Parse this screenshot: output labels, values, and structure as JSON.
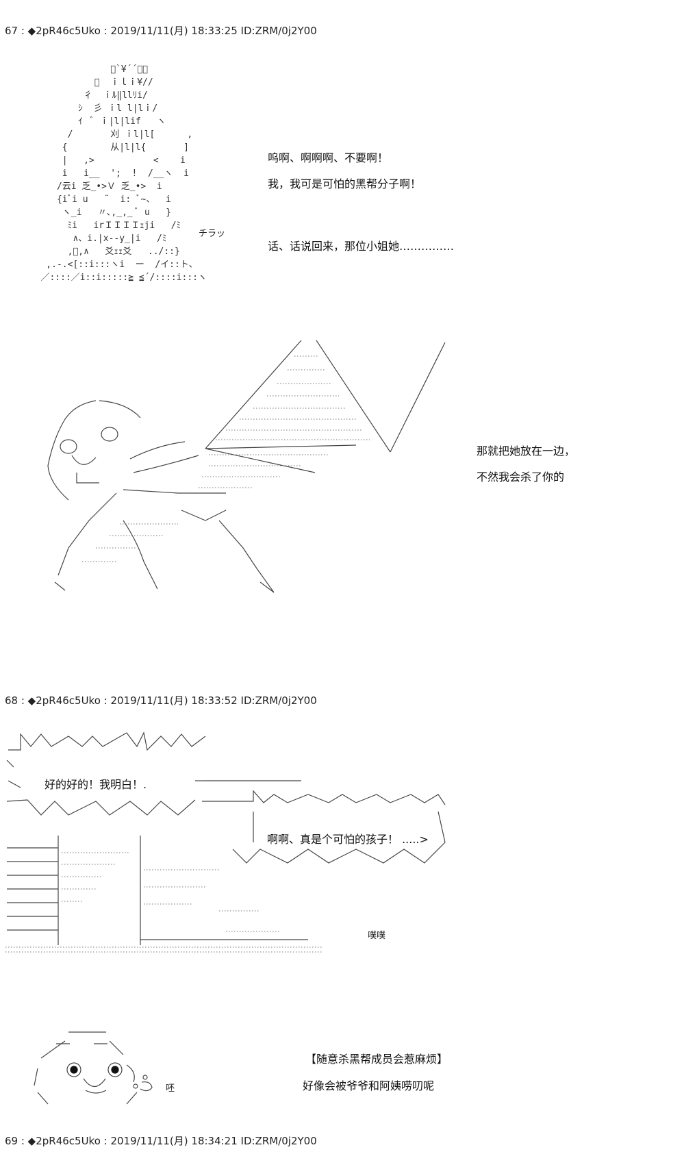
{
  "posts": [
    {
      "header": "67 : ◆2pR46c5Uko : 2019/11/11(月) 18:33:25 ID:ZRM/0j2Y00",
      "dialogue": [
        "呜啊、啊啊啊、不要啊！",
        "我，我可是可怕的黑帮分子啊！",
        "话、话说回来，那位小姐她……………"
      ],
      "sfx": "チラッ",
      "dialogue2": [
        "那就把她放在一边，",
        "不然我会杀了你的"
      ]
    },
    {
      "header": "68 : ◆2pR46c5Uko : 2019/11/11(月) 18:33:52 ID:ZRM/0j2Y00",
      "shout_left": "好的好的！我明白！.",
      "shout_right": "啊啊、真是个可怕的孩子！ .....>",
      "sfx": "噗噗",
      "caption": "【随意杀黑帮成员会惹麻烦】",
      "caption2": "好像会被爷爷和阿姨唠叨呢",
      "sfx2": "呸"
    },
    {
      "header": "69 : ◆2pR46c5Uko : 2019/11/11(月) 18:34:21 ID:ZRM/0j2Y00"
    }
  ]
}
